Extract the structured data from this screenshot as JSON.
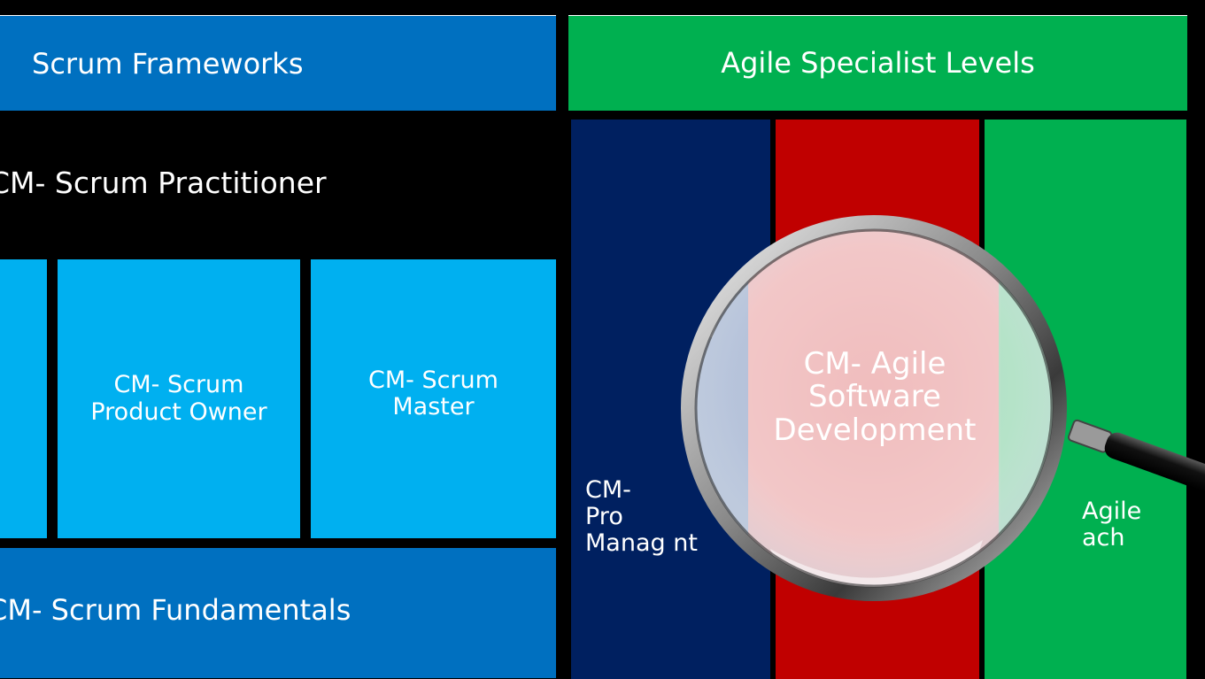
{
  "left": {
    "title": "Scrum Frameworks",
    "practitioner": "CM- Scrum Practitioner",
    "sub_items": [
      {
        "label": ""
      },
      {
        "label": "CM- Scrum\nProduct Owner"
      },
      {
        "label": "CM- Scrum\nMaster"
      }
    ],
    "fundamentals": "CM- Scrum Fundamentals"
  },
  "right": {
    "title": "Agile Specialist Levels",
    "columns": [
      {
        "label": "CM-\nPro\nManag    nt",
        "color": "#002060"
      },
      {
        "label": "",
        "color": "#c00000"
      },
      {
        "label": "Agile\nach",
        "color": "#00b050"
      }
    ],
    "magnified_label": "CM- Agile\nSoftware\nDevelopment"
  },
  "colors": {
    "scrum_blue": "#0070c0",
    "light_blue": "#00b0f0",
    "green": "#00b050",
    "navy": "#002060",
    "red": "#c00000"
  },
  "icons": [
    "magnifying-glass-icon"
  ]
}
